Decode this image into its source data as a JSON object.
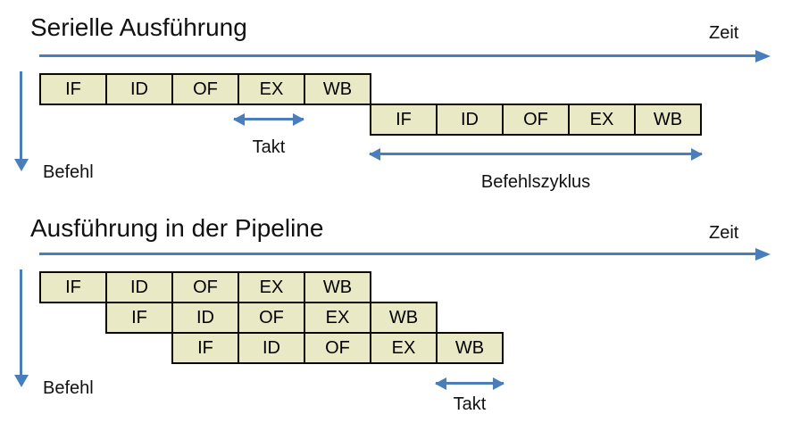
{
  "colors": {
    "arrow_blue": "#4A7EBB",
    "box_fill": "#E9E9C6",
    "box_border": "#0A0A00",
    "text": "#111111"
  },
  "serial_section": {
    "title": "Serielle Ausführung",
    "time_axis_label": "Zeit",
    "instruction_axis_label": "Befehl",
    "clock_label": "Takt",
    "cycle_label": "Befehlszyklus",
    "rows": [
      {
        "stages": [
          "IF",
          "ID",
          "OF",
          "EX",
          "WB"
        ]
      },
      {
        "stages": [
          "IF",
          "ID",
          "OF",
          "EX",
          "WB"
        ]
      }
    ]
  },
  "pipeline_section": {
    "title": "Ausführung in der Pipeline",
    "time_axis_label": "Zeit",
    "instruction_axis_label": "Befehl",
    "clock_label": "Takt",
    "rows": [
      {
        "stages": [
          "IF",
          "ID",
          "OF",
          "EX",
          "WB"
        ]
      },
      {
        "stages": [
          "IF",
          "ID",
          "OF",
          "EX",
          "WB"
        ]
      },
      {
        "stages": [
          "IF",
          "ID",
          "OF",
          "EX",
          "WB"
        ]
      }
    ]
  }
}
